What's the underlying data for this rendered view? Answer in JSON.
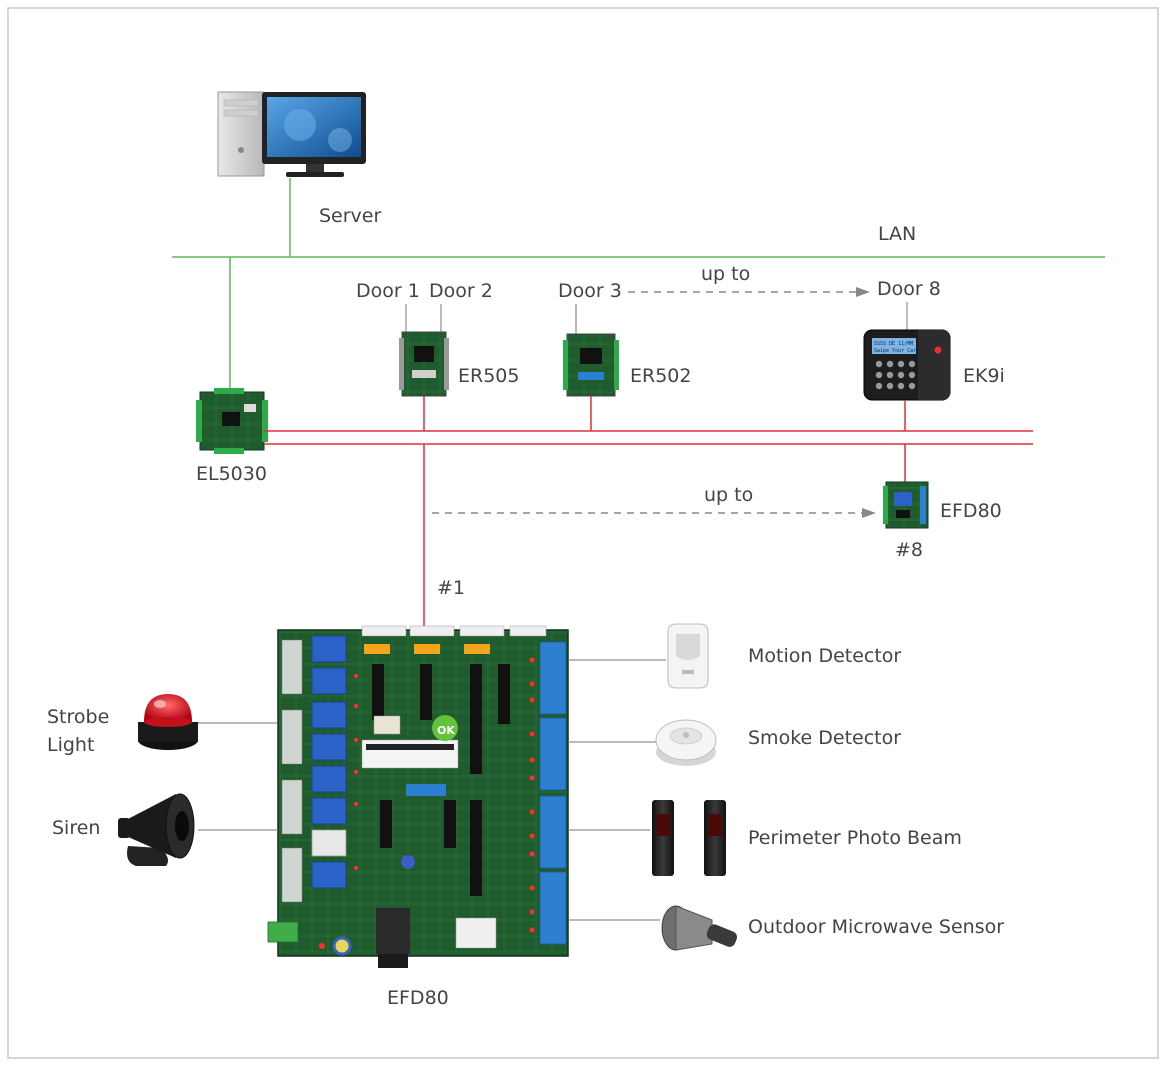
{
  "labels": {
    "server": "Server",
    "lan": "LAN",
    "door1": "Door 1",
    "door2": "Door 2",
    "door3": "Door 3",
    "up_to_top": "up to",
    "door8": "Door 8",
    "er505": "ER505",
    "er502": "ER502",
    "ek9i": "EK9i",
    "el5030": "EL5030",
    "up_to_mid": "up to",
    "efd80_small": "EFD80",
    "num8": "#8",
    "num1": "#1",
    "motion": "Motion Detector",
    "smoke": "Smoke Detector",
    "photo_beam": "Perimeter Photo Beam",
    "microwave": "Outdoor Microwave Sensor",
    "strobe_line1": "Strobe",
    "strobe_line2": "Light",
    "siren": "Siren",
    "efd80_main": "EFD80"
  },
  "devices": {
    "ek9i_screen_line1": "SSSS DE 11/MM",
    "ek9i_screen_line2": "Swipe Your Card",
    "board_status": "OK"
  },
  "colors": {
    "lan_line": "#5cb85c",
    "bus_line": "#e0303a",
    "dashed_arrow": "#888888",
    "connector_line": "#777777",
    "pcb_green": "#1e5a2c",
    "terminal_blue": "#2d7fd0",
    "terminal_green": "#2faa4a",
    "relay_blue": "#2a62c8"
  }
}
